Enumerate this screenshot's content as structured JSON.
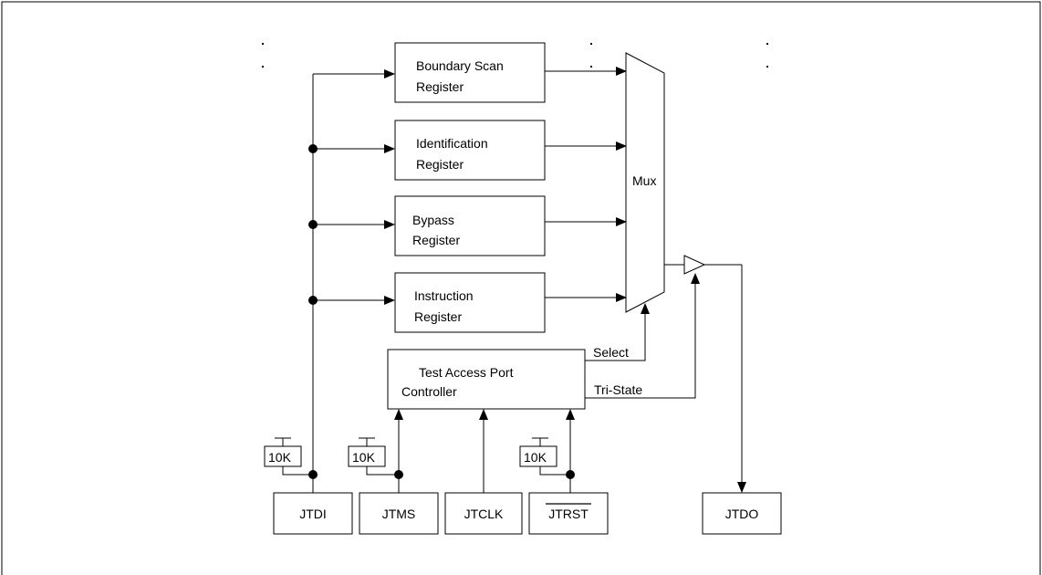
{
  "registers": {
    "boundary_scan": [
      "Boundary Scan",
      "Register"
    ],
    "identification": [
      "Identification",
      "Register"
    ],
    "bypass": [
      "Bypass",
      "Register"
    ],
    "instruction": [
      "Instruction",
      "Register"
    ]
  },
  "mux": {
    "label": "Mux"
  },
  "tap": {
    "line1": "Test Access Port",
    "line2": "Controller"
  },
  "signals": {
    "select": "Select",
    "tristate": "Tri-State"
  },
  "resistor": {
    "label": "10K"
  },
  "pins": {
    "jtdi": "JTDI",
    "jtms": "JTMS",
    "jtclk": "JTCLK",
    "jtrst": "JTRST",
    "jtdo": "JTDO"
  },
  "colors": {
    "stroke": "#000000",
    "background": "#ffffff"
  }
}
